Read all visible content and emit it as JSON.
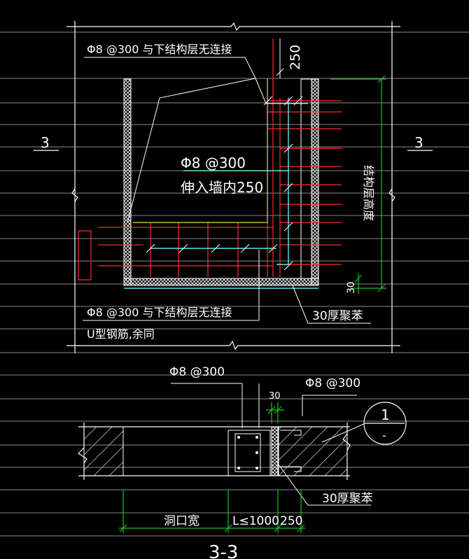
{
  "colors": {
    "background": "#000000",
    "line": "#ffffff",
    "rebar_red": "#ff2a2a",
    "rebar_cyan": "#5fe6e6",
    "dimension_green": "#19c219",
    "leader_yellow": "#e6e040"
  },
  "labels": {
    "top_rebar_note": "Φ8 @300 与下结构层无连接",
    "dim_250_top": "250",
    "section_mark_left": "3",
    "section_mark_right": "3",
    "inner_rebar": "Φ8 @300",
    "inner_rebar_note": "伸入墙内250",
    "vertical_dim": "结构层高度",
    "dim_30_right": "30",
    "bottom_rebar_note_1": "Φ8 @300 与下结构层无连接",
    "bottom_rebar_note_2": "U型钢筋,余同",
    "mortar_top": "30厚聚苯",
    "plan_rebar_left": "Φ8 @300",
    "plan_rebar_right": "Φ8 @300",
    "plan_dim_30": "30",
    "detail_num": "1",
    "detail_sub": "-",
    "mortar_bottom": "30厚聚苯",
    "dim_opening": "洞口宽",
    "dim_l": "L≤1000",
    "dim_250_bottom": "250",
    "section_title": "3-3"
  }
}
